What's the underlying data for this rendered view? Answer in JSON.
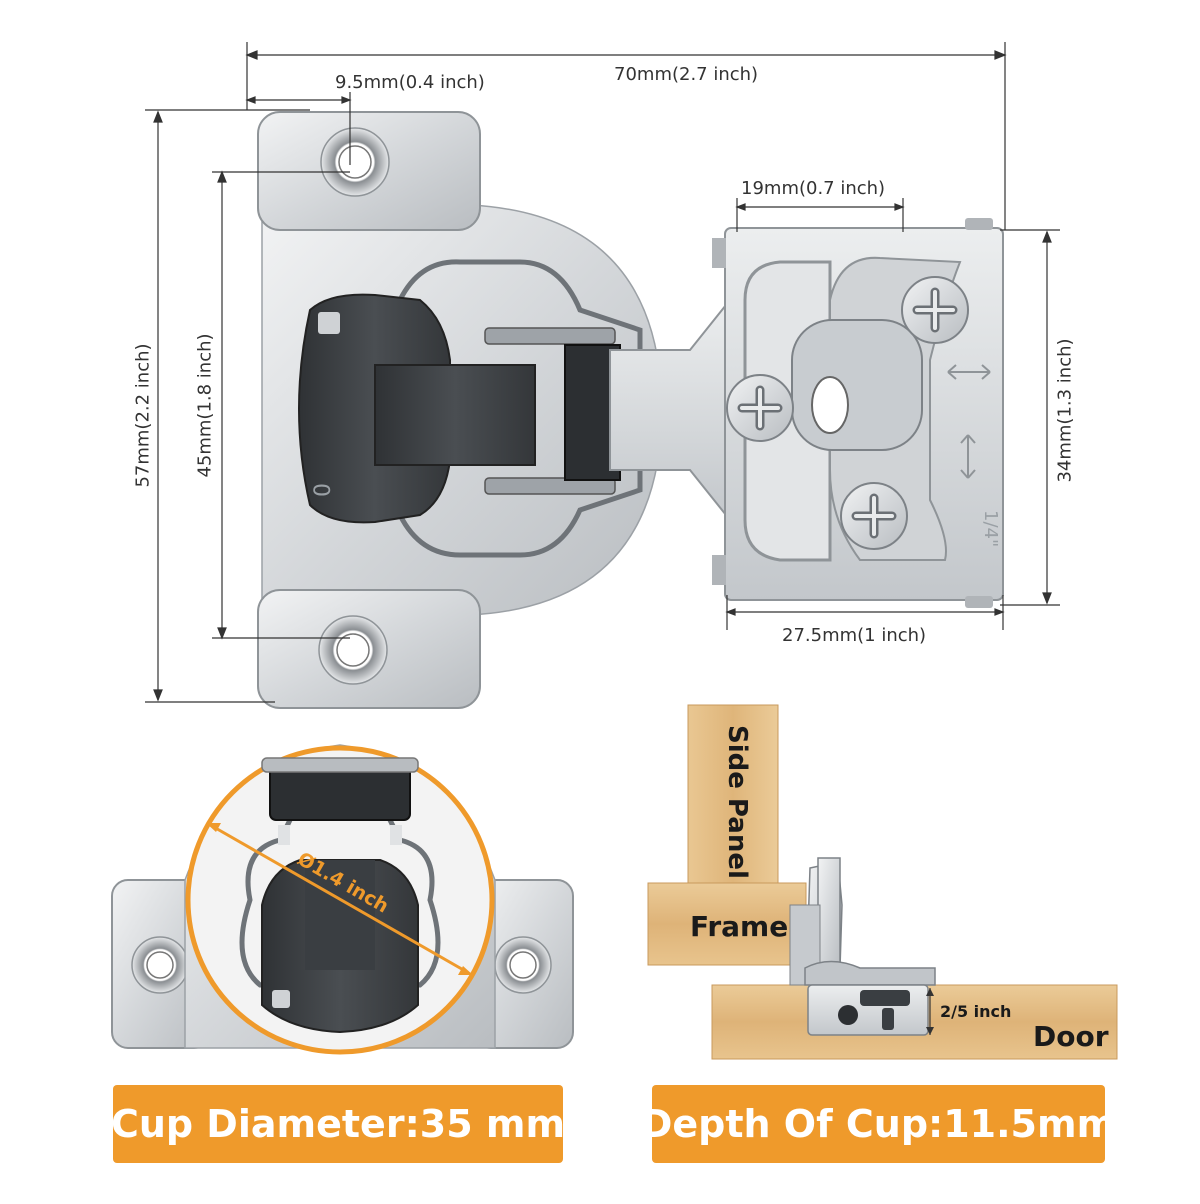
{
  "dimensions": {
    "overall_width": "70mm(2.7 inch)",
    "screw_offset": "9.5mm(0.4 inch)",
    "arm_slot": "19mm(0.7 inch)",
    "overall_height": "57mm(2.2 inch)",
    "screw_spacing": "45mm(1.8 inch)",
    "arm_height": "34mm(1.3 inch)",
    "arm_length": "27.5mm(1 inch)"
  },
  "cup_detail": {
    "diameter_label": "Ø1.4 inch",
    "banner": "Cup Diameter:35 mm"
  },
  "install_diagram": {
    "side_panel": "Side Panel",
    "frame": "Frame",
    "door": "Door",
    "overlay": "2/5 inch",
    "banner": "Depth Of Cup:11.5mm"
  },
  "hinge_markings": {
    "zero_mark": "0",
    "overlay_mark": "1/4\""
  },
  "colors": {
    "accent": "#ef9a2b",
    "metal": "#d9dcdf",
    "plastic": "#3f4347",
    "wood": "#e5bf85"
  }
}
